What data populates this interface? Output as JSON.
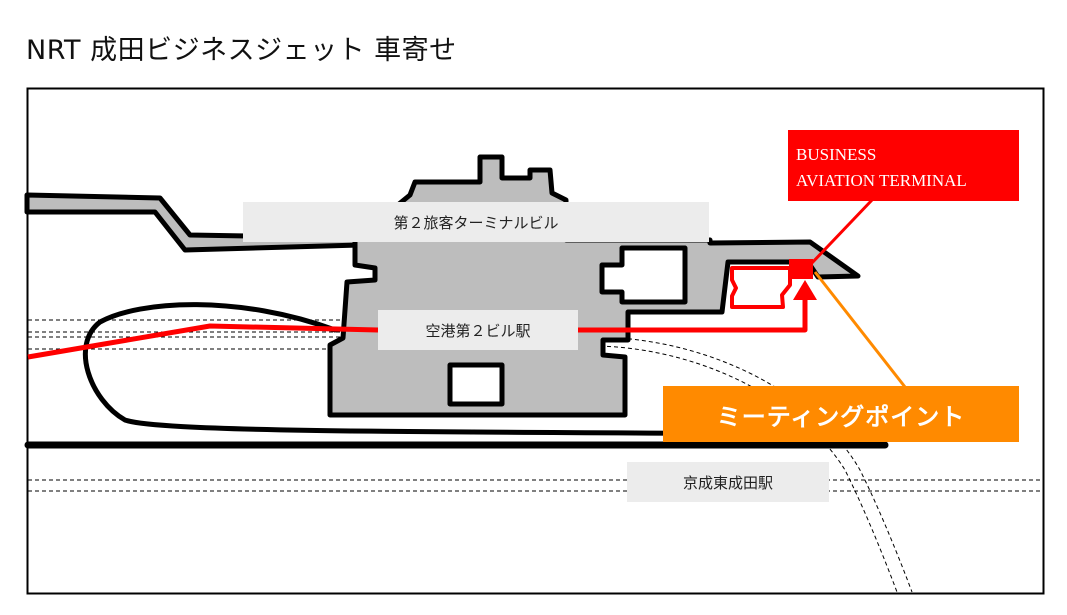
{
  "title": "NRT 成田ビジネスジェット 車寄せ",
  "labels": {
    "terminal2": "第２旅客ターミナルビル",
    "station_airport2": "空港第２ビル駅",
    "station_keisei": "京成東成田駅",
    "bat_line1": "BUSINESS",
    "bat_line2": "AVIATION TERMINAL",
    "meeting_point": "ミーティングポイント"
  },
  "colors": {
    "route": "#ff0000",
    "bat_label": "#ff0000",
    "meeting_label": "#ff8a00",
    "building": "#bdbdbd"
  }
}
